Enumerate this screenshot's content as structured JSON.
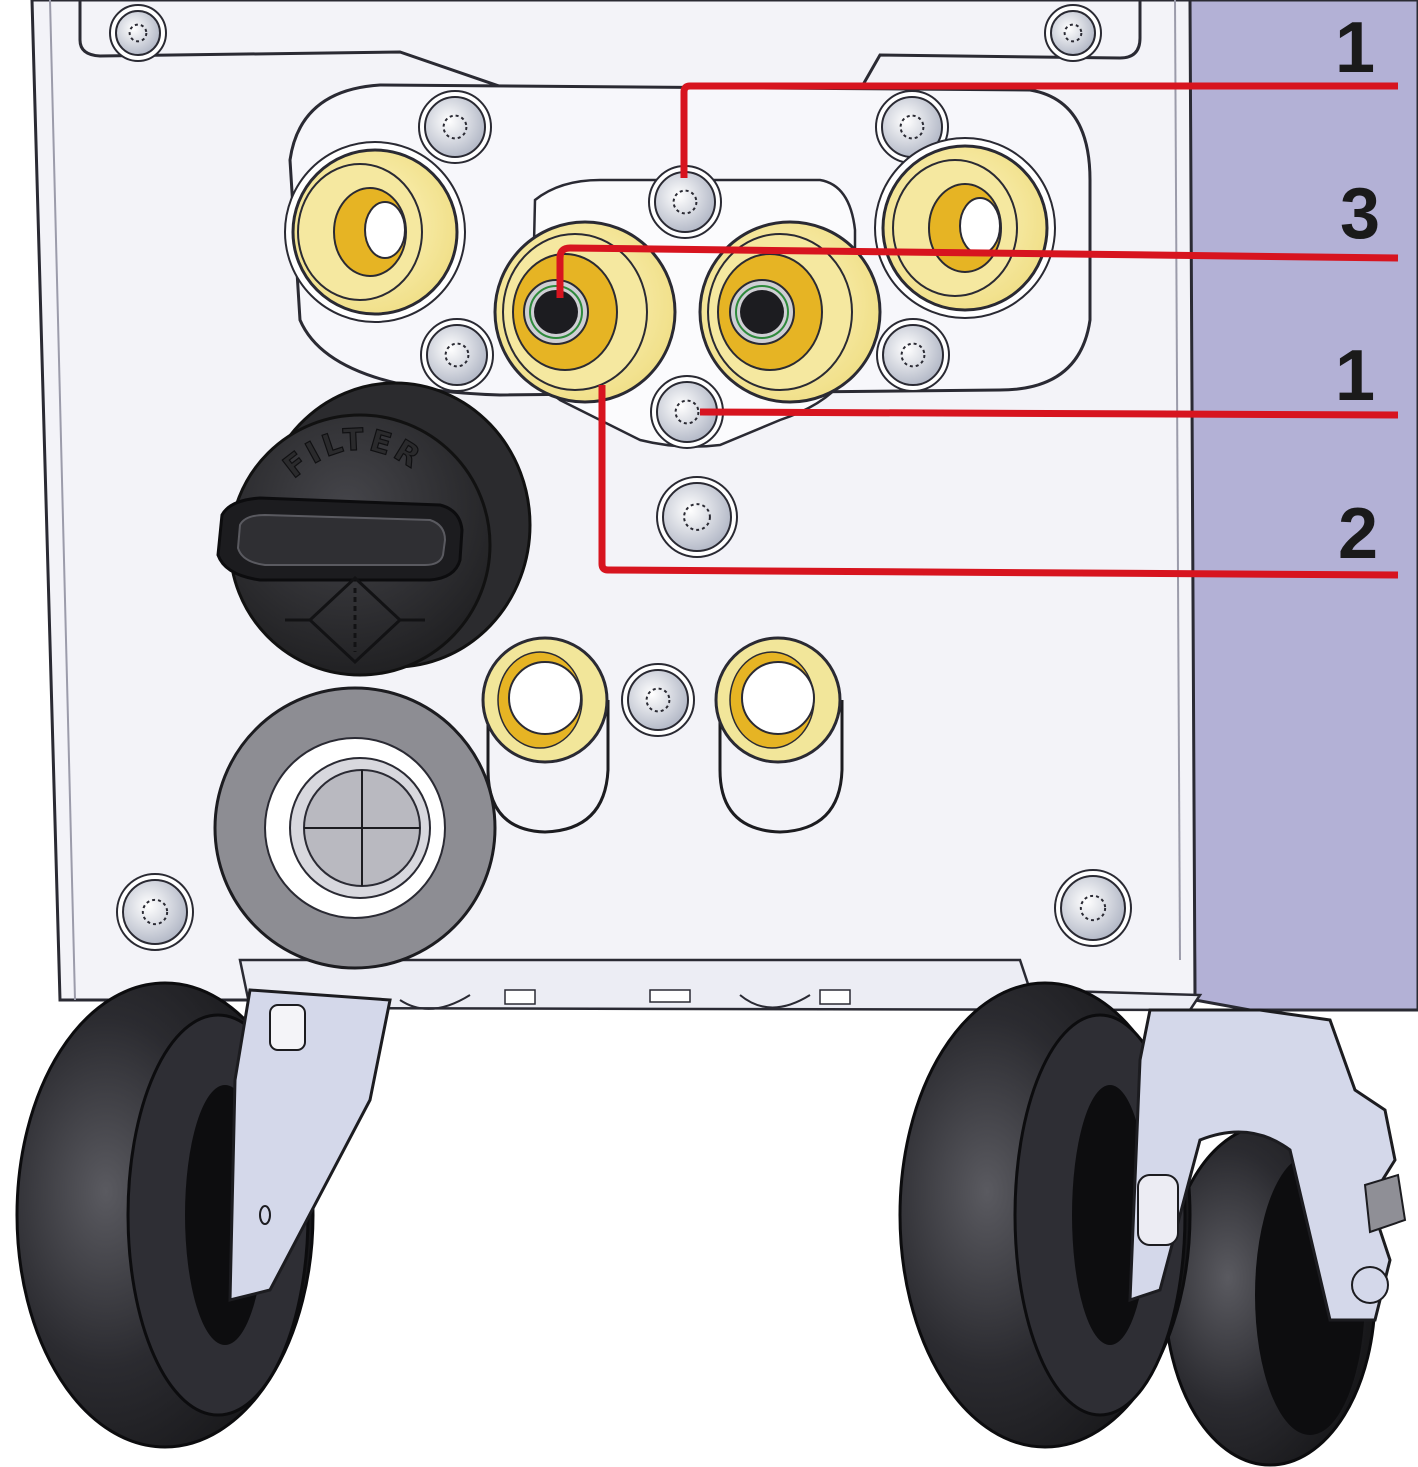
{
  "figure": {
    "callouts": [
      {
        "id": "callout-1-top",
        "label": "1"
      },
      {
        "id": "callout-3",
        "label": "3"
      },
      {
        "id": "callout-1-bottom",
        "label": "1"
      },
      {
        "id": "callout-2",
        "label": "2"
      }
    ],
    "filter_cap": {
      "text": "FILTER"
    }
  },
  "colors": {
    "leader_line": "#d7141f",
    "housing_panel": "#f3f3f8",
    "side_panel": "#b3b1d6",
    "fitting_brass": "#f2e69a",
    "fitting_shadow": "#e5b524",
    "cap_black": "#2b2b2e",
    "screw": "#c7cbd6",
    "wheel_rubber": "#1b1b1e",
    "caster_bracket": "#d4d8ea"
  }
}
